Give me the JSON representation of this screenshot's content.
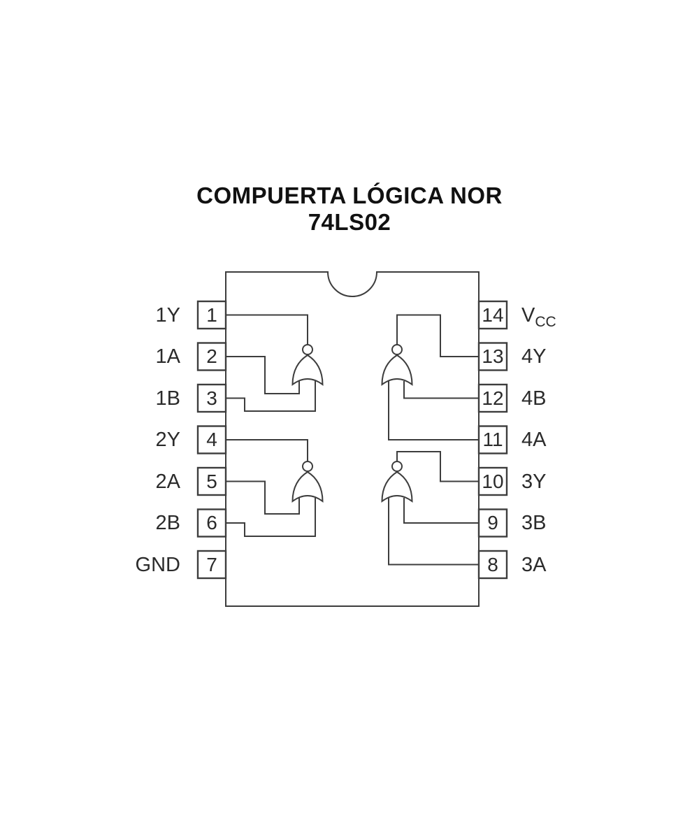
{
  "title": {
    "line1": "COMPUERTA LÓGICA NOR",
    "line2": "74LS02"
  },
  "chip": {
    "part_number": "74LS02",
    "gate_type": "NOR",
    "package": "DIP-14",
    "pins_left": [
      {
        "number": "1",
        "label": "1Y"
      },
      {
        "number": "2",
        "label": "1A"
      },
      {
        "number": "3",
        "label": "1B"
      },
      {
        "number": "4",
        "label": "2Y"
      },
      {
        "number": "5",
        "label": "2A"
      },
      {
        "number": "6",
        "label": "2B"
      },
      {
        "number": "7",
        "label": "GND"
      }
    ],
    "pins_right": [
      {
        "number": "14",
        "label": "V",
        "label_sub": "CC"
      },
      {
        "number": "13",
        "label": "4Y",
        "label_sub": ""
      },
      {
        "number": "12",
        "label": "4B",
        "label_sub": ""
      },
      {
        "number": "11",
        "label": "4A",
        "label_sub": ""
      },
      {
        "number": "10",
        "label": "3Y",
        "label_sub": ""
      },
      {
        "number": "9",
        "label": "3B",
        "label_sub": ""
      },
      {
        "number": "8",
        "label": "3A",
        "label_sub": ""
      }
    ],
    "gates": [
      {
        "name": "gate-1",
        "inputs": [
          "1A",
          "1B"
        ],
        "output": "1Y"
      },
      {
        "name": "gate-2",
        "inputs": [
          "2A",
          "2B"
        ],
        "output": "2Y"
      },
      {
        "name": "gate-3",
        "inputs": [
          "3A",
          "3B"
        ],
        "output": "3Y"
      },
      {
        "name": "gate-4",
        "inputs": [
          "4A",
          "4B"
        ],
        "output": "4Y"
      }
    ]
  },
  "colors": {
    "line": "#3d3d3d",
    "text": "#2b2b2b",
    "title_text": "#111111",
    "background": "#ffffff"
  }
}
